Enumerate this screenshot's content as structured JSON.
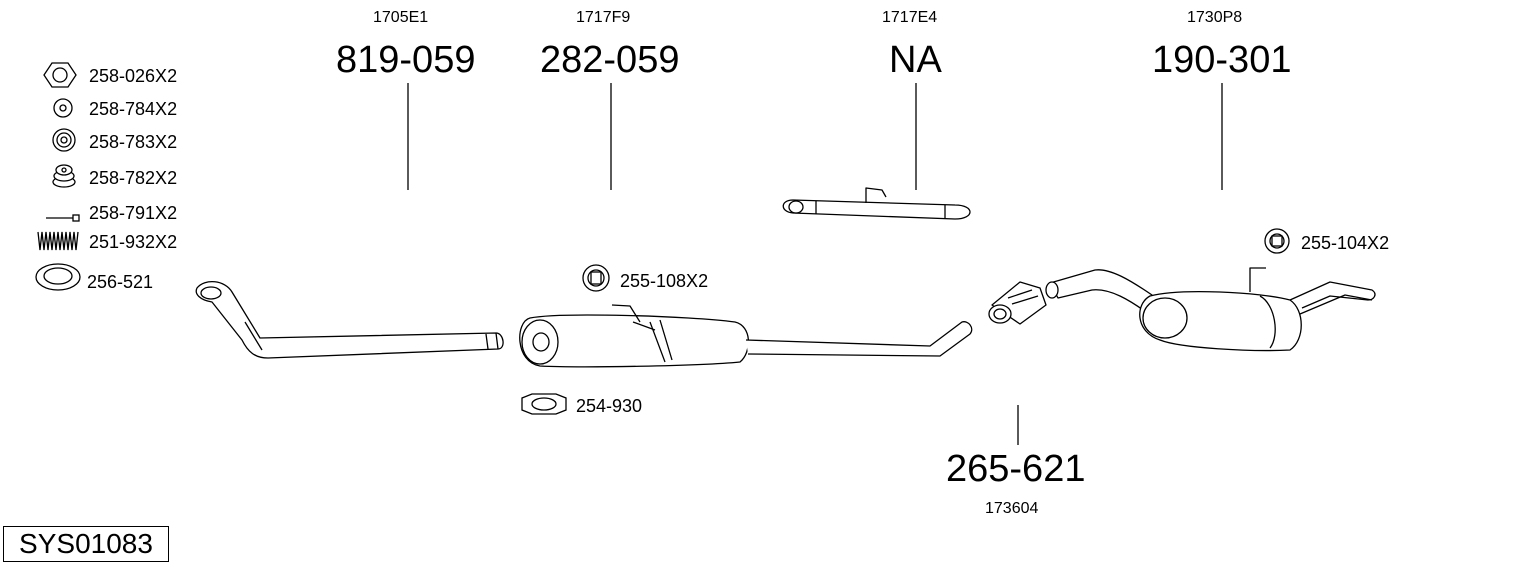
{
  "system_code": "SYS01083",
  "parts": [
    {
      "ref": "1705E1",
      "number": "819-059"
    },
    {
      "ref": "1717F9",
      "number": "282-059"
    },
    {
      "ref": "1717E4",
      "number": "NA"
    },
    {
      "ref": "1730P8",
      "number": "190-301"
    },
    {
      "ref": "173604",
      "number": "265-621"
    }
  ],
  "legend": [
    {
      "icon": "hex-nut-icon",
      "label": "258-026X2"
    },
    {
      "icon": "washer-icon",
      "label": "258-784X2"
    },
    {
      "icon": "rubber-ring-icon",
      "label": "258-783X2"
    },
    {
      "icon": "rubber-bushing-icon",
      "label": "258-782X2"
    },
    {
      "icon": "bolt-icon",
      "label": "258-791X2"
    },
    {
      "icon": "spring-icon",
      "label": "251-932X2"
    },
    {
      "icon": "gasket-ring-icon",
      "label": "256-521"
    }
  ],
  "accessories": {
    "hanger_center": "255-108X2",
    "clamp": "254-930",
    "hanger_rear": "255-104X2"
  }
}
